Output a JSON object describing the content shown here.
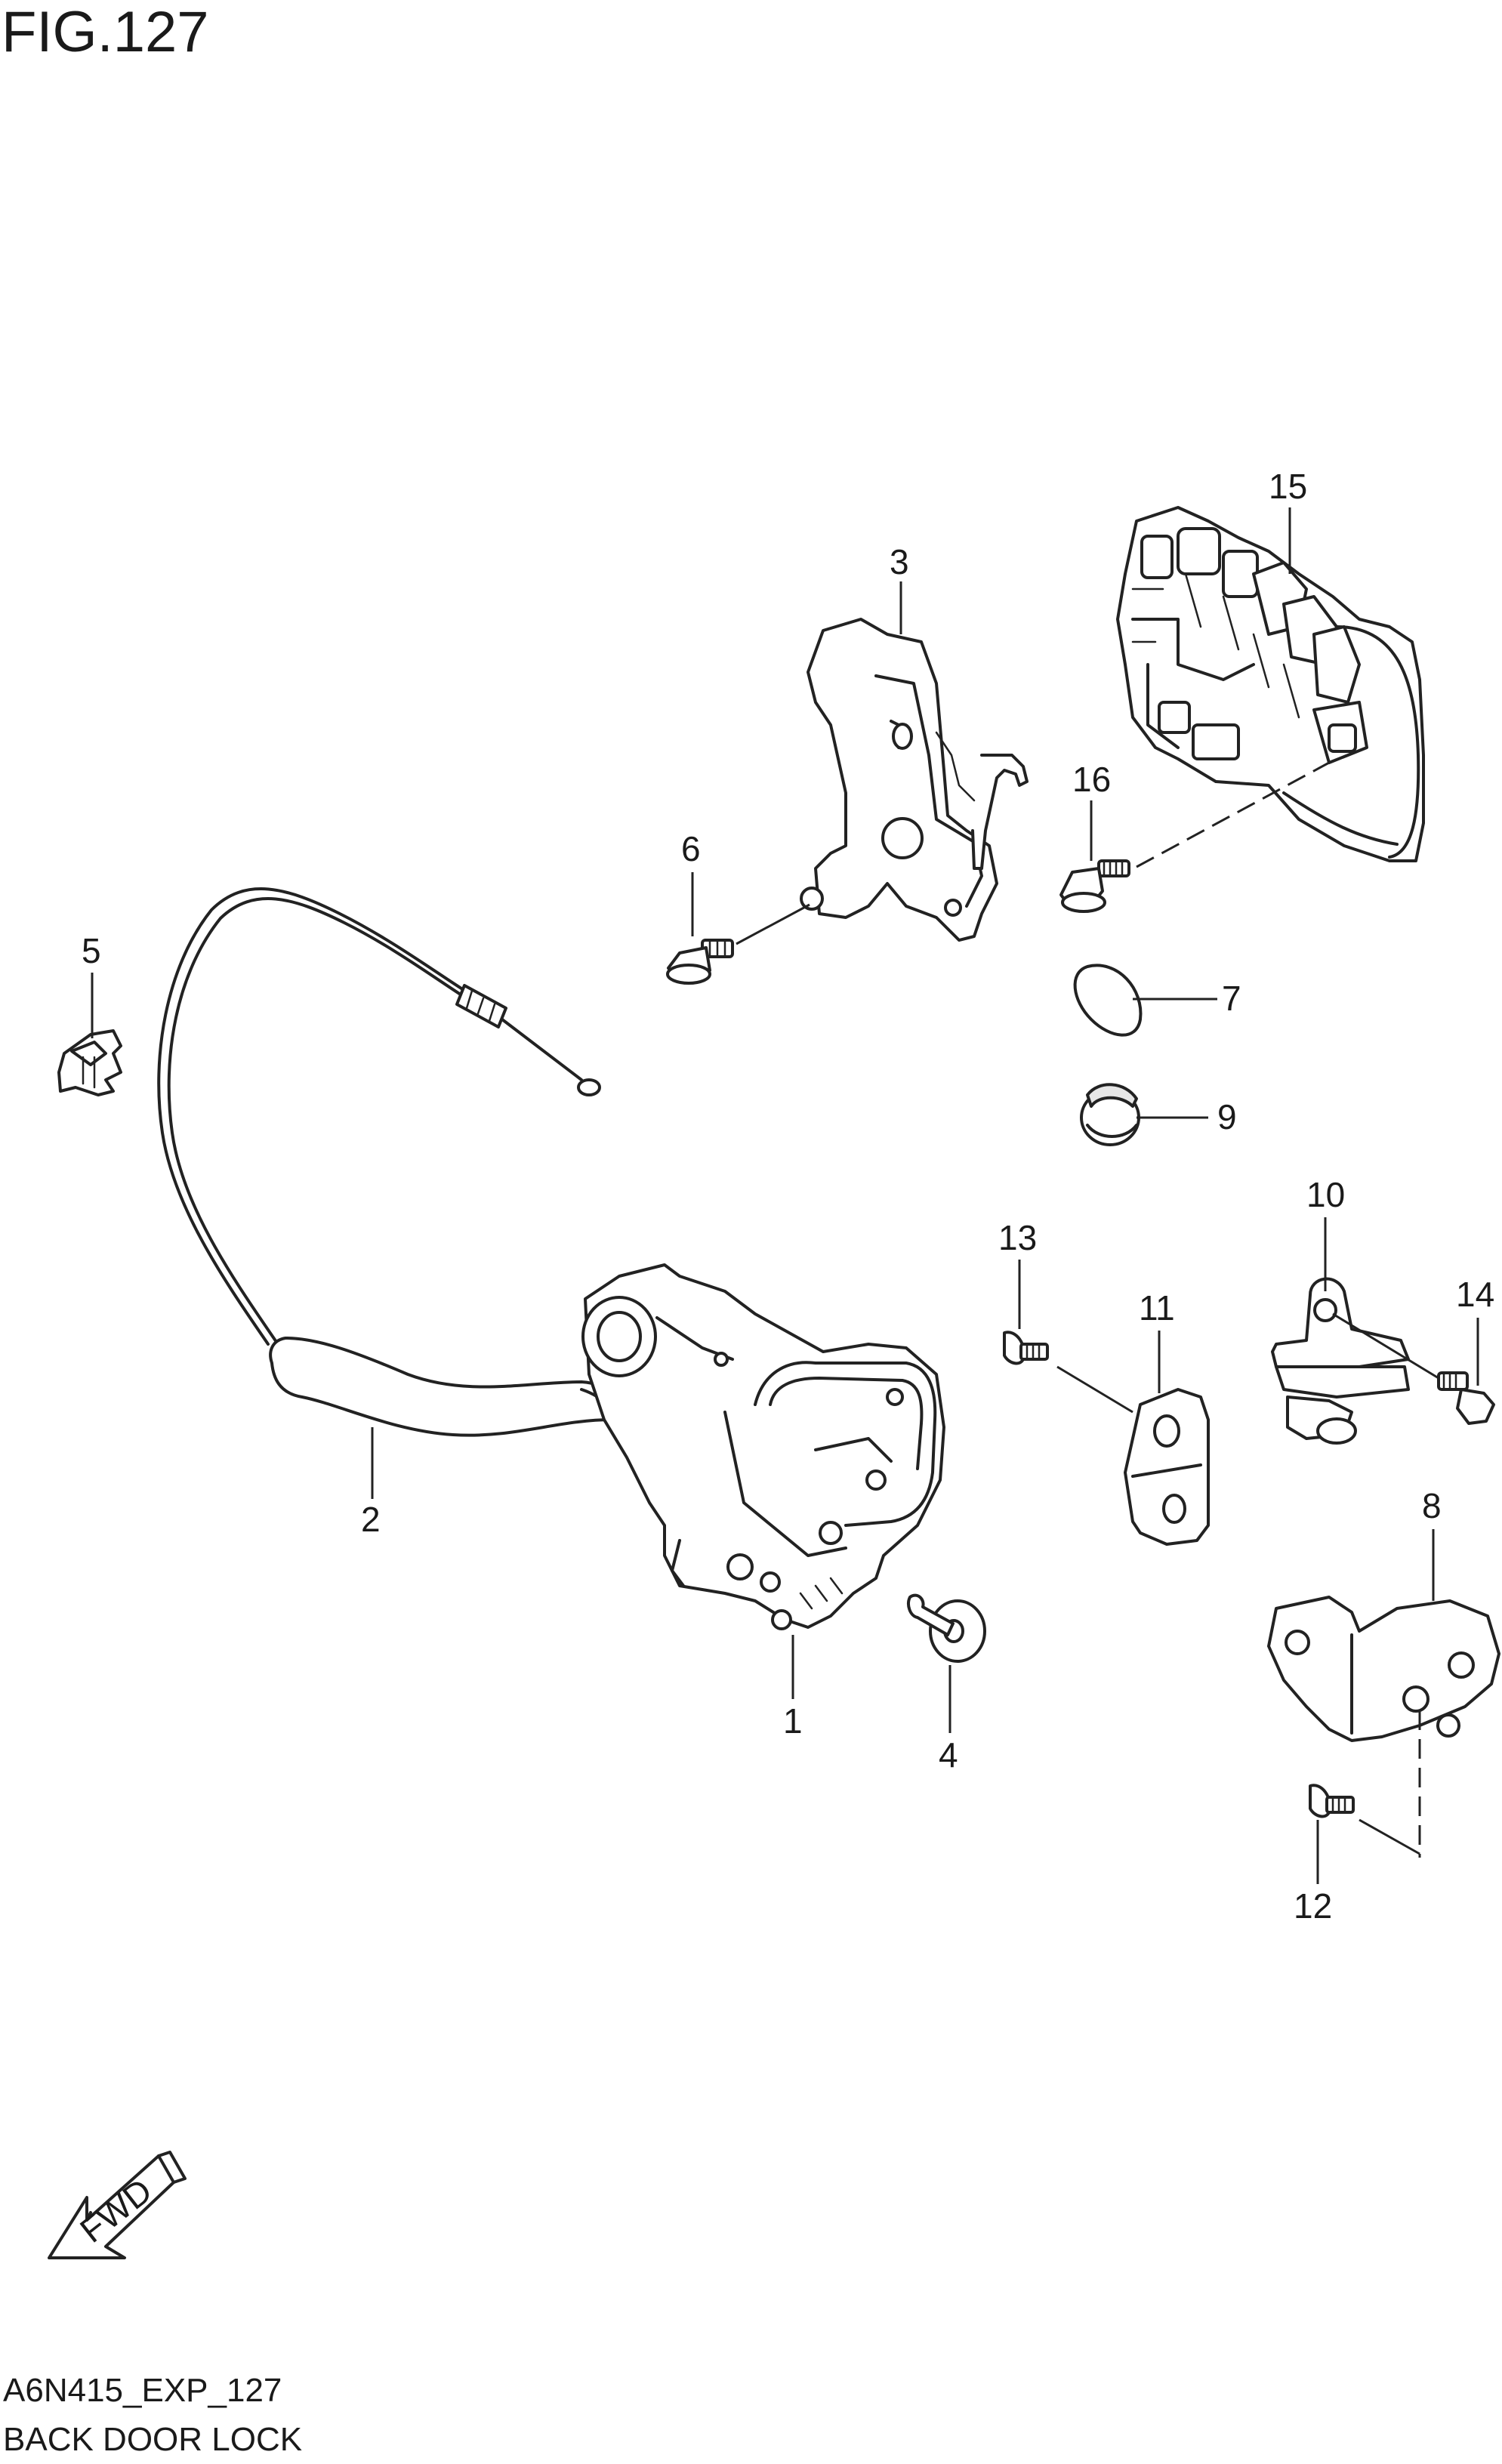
{
  "figure": {
    "title": "FIG.127",
    "code": "A6N415_EXP_127",
    "name": "BACK DOOR LOCK"
  },
  "fwd_label": "FWD",
  "callouts": [
    {
      "id": "c1",
      "label": "1"
    },
    {
      "id": "c2",
      "label": "2"
    },
    {
      "id": "c3",
      "label": "3"
    },
    {
      "id": "c4",
      "label": "4"
    },
    {
      "id": "c5",
      "label": "5"
    },
    {
      "id": "c6",
      "label": "6"
    },
    {
      "id": "c7",
      "label": "7"
    },
    {
      "id": "c8",
      "label": "8"
    },
    {
      "id": "c9",
      "label": "9"
    },
    {
      "id": "c10",
      "label": "10"
    },
    {
      "id": "c11",
      "label": "11"
    },
    {
      "id": "c12",
      "label": "12"
    },
    {
      "id": "c13",
      "label": "13"
    },
    {
      "id": "c14",
      "label": "14"
    },
    {
      "id": "c15",
      "label": "15"
    },
    {
      "id": "c16",
      "label": "16"
    }
  ]
}
